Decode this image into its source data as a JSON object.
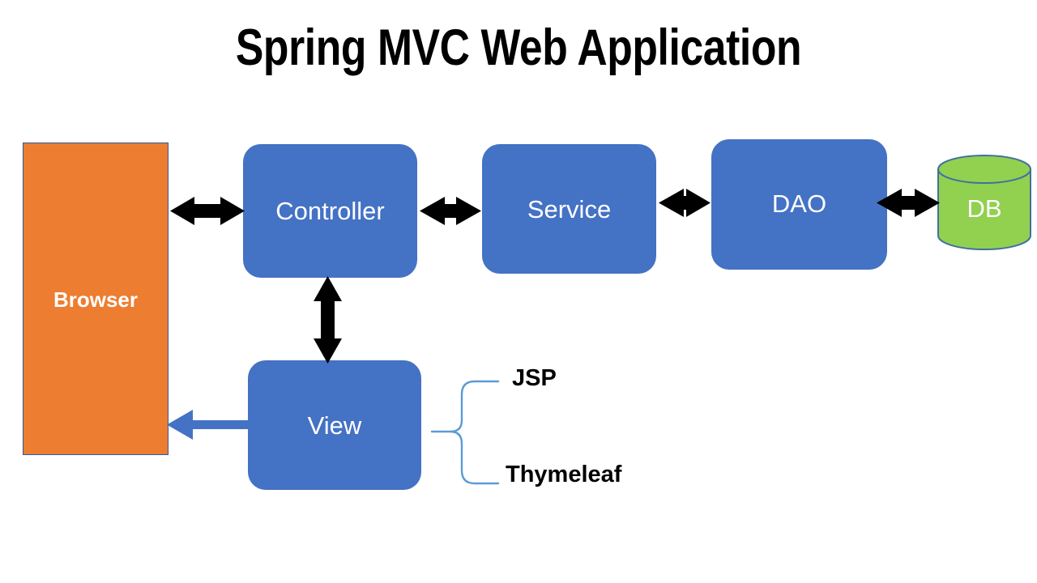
{
  "title": "Spring MVC Web Application",
  "nodes": {
    "browser": {
      "label": "Browser",
      "shape": "rectangle",
      "fill": "#ED7D31",
      "stroke": "#2E5A9B",
      "text_color": "#FFFFFF"
    },
    "controller": {
      "label": "Controller",
      "shape": "rounded-rectangle",
      "fill": "#4472C4",
      "text_color": "#FFFFFF"
    },
    "service": {
      "label": "Service",
      "shape": "rounded-rectangle",
      "fill": "#4472C4",
      "text_color": "#FFFFFF"
    },
    "dao": {
      "label": "DAO",
      "shape": "rounded-rectangle",
      "fill": "#4472C4",
      "text_color": "#FFFFFF"
    },
    "view": {
      "label": "View",
      "shape": "rounded-rectangle",
      "fill": "#4472C4",
      "text_color": "#FFFFFF"
    },
    "db": {
      "label": "DB",
      "shape": "cylinder",
      "fill": "#92D050",
      "stroke": "#41719C",
      "text_color": "#FFFFFF"
    }
  },
  "connectors": [
    {
      "name": "browser-controller",
      "from": "browser",
      "to": "controller",
      "style": "double-arrow",
      "color": "#000000",
      "orientation": "horizontal"
    },
    {
      "name": "controller-service",
      "from": "controller",
      "to": "service",
      "style": "double-arrow",
      "color": "#000000",
      "orientation": "horizontal"
    },
    {
      "name": "service-dao",
      "from": "service",
      "to": "dao",
      "style": "double-arrow",
      "color": "#000000",
      "orientation": "horizontal"
    },
    {
      "name": "dao-db",
      "from": "dao",
      "to": "db",
      "style": "double-arrow",
      "color": "#000000",
      "orientation": "horizontal"
    },
    {
      "name": "controller-view",
      "from": "controller",
      "to": "view",
      "style": "double-arrow",
      "color": "#000000",
      "orientation": "vertical"
    },
    {
      "name": "view-browser",
      "from": "view",
      "to": "browser",
      "style": "single-arrow",
      "color": "#4472C4",
      "orientation": "horizontal"
    }
  ],
  "brace": {
    "target": "view",
    "color": "#5B9BD5",
    "items": [
      {
        "label": "JSP"
      },
      {
        "label": "Thymeleaf"
      }
    ]
  },
  "colors": {
    "background": "#FFFFFF",
    "orange": "#ED7D31",
    "blue": "#4472C4",
    "green": "#92D050",
    "brace_blue": "#5B9BD5",
    "black": "#000000"
  }
}
